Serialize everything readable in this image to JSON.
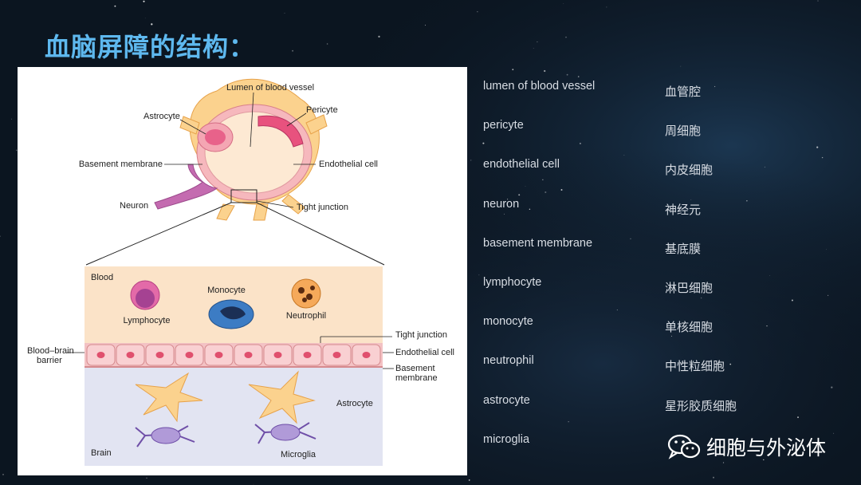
{
  "slide": {
    "title": "血脑屏障的结构："
  },
  "diagram": {
    "top_labels": {
      "lumen": "Lumen of blood vessel",
      "astrocyte": "Astrocyte",
      "pericyte": "Pericyte",
      "basement_membrane": "Basement membrane",
      "endothelial_cell": "Endothelial cell",
      "neuron": "Neuron",
      "tight_junction": "Tight junction"
    },
    "bottom_labels": {
      "blood": "Blood",
      "lymphocyte": "Lymphocyte",
      "monocyte": "Monocyte",
      "neutrophil": "Neutrophil",
      "tight_junction": "Tight junction",
      "bbb_line1": "Blood–brain",
      "bbb_line2": "barrier",
      "endothelial_cell": "Endothelial cell",
      "basement_line1": "Basement",
      "basement_line2": "membrane",
      "astrocyte": "Astrocyte",
      "brain": "Brain",
      "microglia": "Microglia"
    }
  },
  "vocabulary": [
    {
      "en": "lumen of blood vessel",
      "zh": "血管腔"
    },
    {
      "en": "pericyte",
      "zh": "周细胞"
    },
    {
      "en": "endothelial cell",
      "zh": "内皮细胞"
    },
    {
      "en": "neuron",
      "zh": "神经元"
    },
    {
      "en": "basement membrane",
      "zh": "基底膜"
    },
    {
      "en": "lymphocyte",
      "zh": "淋巴细胞"
    },
    {
      "en": "monocyte",
      "zh": "单核细胞"
    },
    {
      "en": "neutrophil",
      "zh": "中性粒细胞"
    },
    {
      "en": "astrocyte",
      "zh": "星形胶质细胞"
    },
    {
      "en": "microglia",
      "zh": ""
    }
  ],
  "watermark": {
    "text": "细胞与外泌体",
    "icon": "wechat-icon"
  },
  "colors": {
    "title": "#5eb8ee",
    "background": "#0c1622",
    "text": "#d8dde4",
    "blood_band": "#fbe3c8",
    "brain_band": "#e2e4f2",
    "endothelium": "#f7c6c8",
    "astrocyte": "#fbd28e"
  }
}
